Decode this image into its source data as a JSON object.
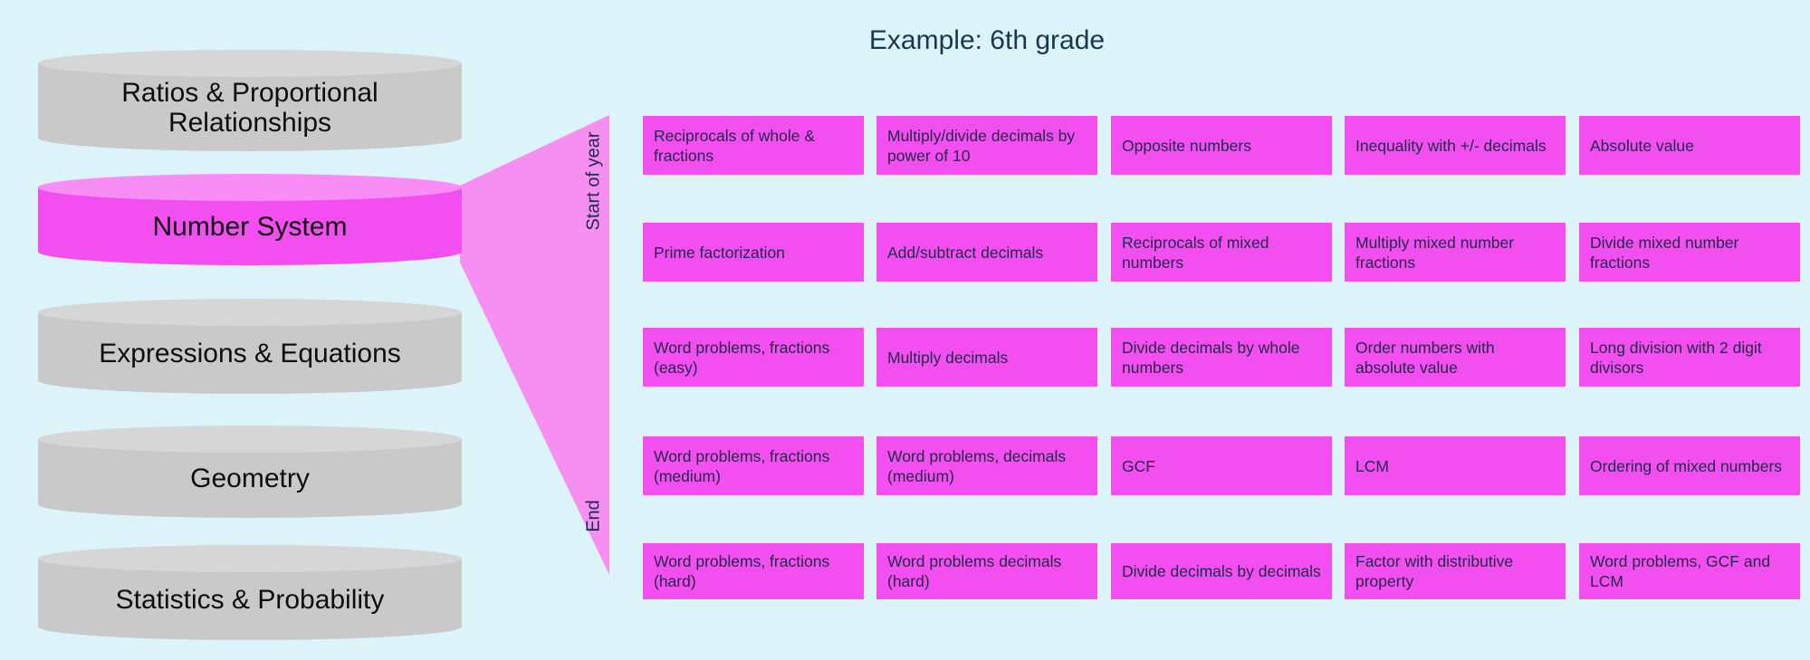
{
  "slide": {
    "title": "Example: 6th grade",
    "start_label": "Start of year",
    "end_label": "End"
  },
  "pipeline": {
    "cylinders": [
      {
        "label": "Ratios & Proportional Relationships",
        "highlighted": false
      },
      {
        "label": "Number System",
        "highlighted": true
      },
      {
        "label": "Expressions & Equations",
        "highlighted": false
      },
      {
        "label": "Geometry",
        "highlighted": false
      },
      {
        "label": "Statistics & Probability",
        "highlighted": false
      }
    ]
  },
  "grid": {
    "rows": [
      [
        "Reciprocals of whole & fractions",
        "Multiply/divide decimals by power of 10",
        "Opposite numbers",
        "Inequality with +/- decimals",
        "Absolute value"
      ],
      [
        "Prime factorization",
        "Add/subtract decimals",
        "Reciprocals of mixed numbers",
        "Multiply mixed number fractions",
        "Divide mixed number fractions"
      ],
      [
        "Word problems, fractions (easy)",
        "Multiply decimals",
        "Divide decimals by whole numbers",
        "Order numbers with absolute value",
        "Long division with 2 digit divisors"
      ],
      [
        "Word problems, fractions (medium)",
        "Word problems, decimals (medium)",
        "GCF",
        "LCM",
        "Ordering of mixed numbers"
      ],
      [
        "Word problems, fractions (hard)",
        "Word problems decimals (hard)",
        "Divide decimals by decimals",
        "Factor with distributive property",
        "Word problems, GCF and LCM"
      ]
    ]
  },
  "colors": {
    "background": "#dcf3f9",
    "cylinder_gray": "#c9c9c9",
    "cylinder_gray_top": "#d6d6d6",
    "magenta": "#f24ef0",
    "magenta_top": "#f98df6",
    "funnel_pink": "#f78ff2",
    "text_navy": "#222b49",
    "title_navy": "#17384e",
    "text_black": "#0e0e0e"
  }
}
